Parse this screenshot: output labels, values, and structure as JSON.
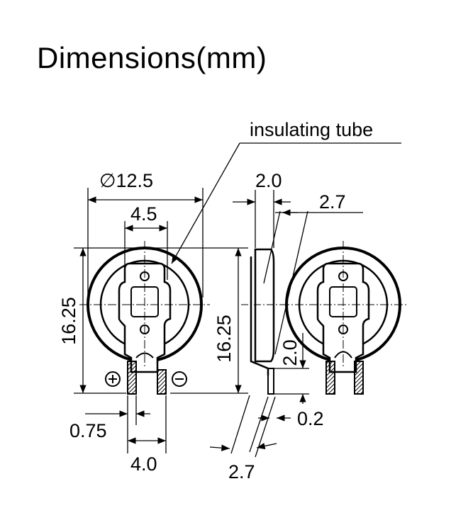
{
  "title": "Dimensions(mm)",
  "callout": "insulating tube",
  "dimensions": {
    "diameter": "∅12.5",
    "tab_width": "4.5",
    "height_left": "16.25",
    "height_mid": "16.25",
    "thickness": "2.0",
    "offset_top": "2.7",
    "pin_height": "2.0",
    "pin_thickness": "0.2",
    "offset_bottom": "2.7",
    "pin_width": "0.75",
    "pin_pitch": "4.0"
  },
  "polarity": {
    "positive": "⊕",
    "negative": "⊖"
  }
}
